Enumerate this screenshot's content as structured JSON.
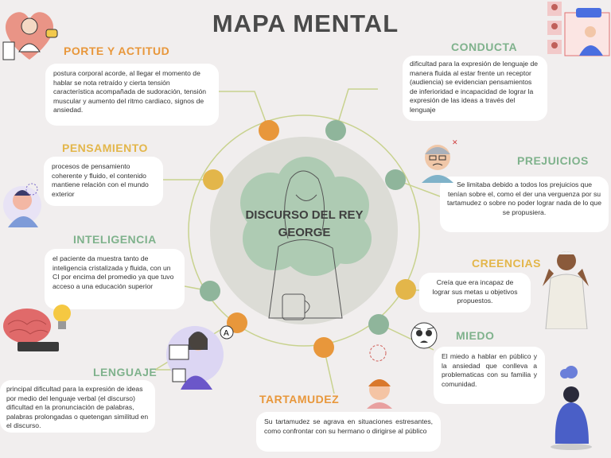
{
  "title": "MAPA MENTAL",
  "center": "DISCURSO DEL REY GEORGE",
  "colors": {
    "orange": "#e8973b",
    "yellow": "#e3b64a",
    "green": "#7fb28c",
    "line": "#c8d28e"
  },
  "topics": {
    "porte": {
      "heading": "PORTE Y ACTITUD",
      "text": "postura corporal acorde, al llegar el momento de hablar se nota retraído y cierta tensión característica acompañada de sudoración, tensión muscular y aumento del ritmo cardiaco, signos de ansiedad."
    },
    "pensamiento": {
      "heading": "PENSAMIENTO",
      "text": "procesos de pensamiento coherente y fluido, el contenido mantiene relación con el mundo exterior"
    },
    "inteligencia": {
      "heading": "INTELIGENCIA",
      "text": "el paciente da muestra tanto de inteligencia cristalizada y fluida, con un CI por encima del promedio ya que tuvo acceso a una educación superior"
    },
    "lenguaje": {
      "heading": "LENGUAJE",
      "text": "principal dificultad para la expresión de ideas por medio del lenguaje verbal (el discurso) dificultad en la pronunciación de palabras, palabras prolongadas o quetengan similitud en el discurso."
    },
    "conducta": {
      "heading": "CONDUCTA",
      "text": "dificultad para la expresión de lenguaje de manera fluida al estar frente un receptor (audiencia) se evidencian pensamientos de inferioridad e incapacidad de lograr la expresión de las ideas a través del lenguaje"
    },
    "prejuicios": {
      "heading": "PREJUICIOS",
      "text": "Se limitaba debido a todos los prejuicios que tenían sobre el, como el der una verguenza por su tartamudez o sobre no poder lograr nada de lo que se propusiera."
    },
    "creencias": {
      "heading": "CREENCIAS",
      "text": "Creía que era incapaz de lograr sus metas u objetivos propuestos."
    },
    "miedo": {
      "heading": "MIEDO",
      "text": "El miedo a hablar en público y la ansiedad que conlleva a problematicas con su familia y comunidad."
    },
    "tartamudez": {
      "heading": "TARTAMUDEZ",
      "text": "Su tartamudez se agrava en situaciones estresantes, como confrontar con su hermano o dirigirse al público"
    }
  },
  "icons": [
    "heart-person-icon",
    "brain-person-icon",
    "brain-bulb-icon",
    "reading-girl-icon",
    "video-call-icon",
    "sick-man-icon",
    "praying-man-icon",
    "worried-face-icon",
    "crying-girl-icon",
    "sad-sitting-person-icon",
    "woman-with-cup-illustration"
  ]
}
